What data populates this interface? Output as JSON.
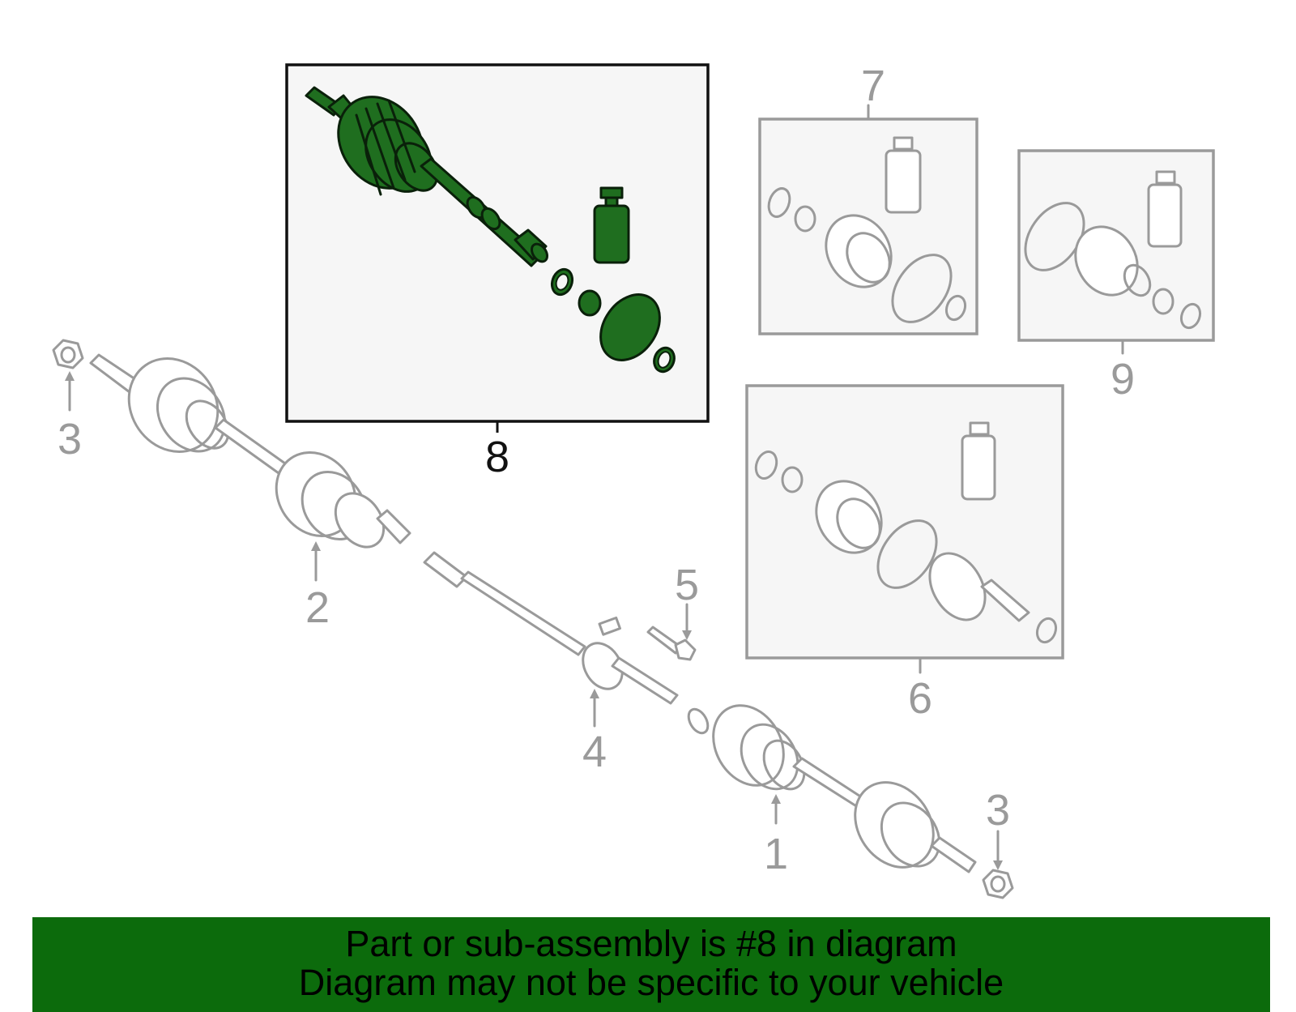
{
  "callouts": {
    "c1": "1",
    "c2": "2",
    "c3_left": "3",
    "c3_right": "3",
    "c4": "4",
    "c5": "5",
    "c6": "6",
    "c7": "7",
    "c8": "8",
    "c9": "9"
  },
  "highlighted_part": "8",
  "colors": {
    "highlight": "#1f6e1f",
    "banner": "#0c6b0c",
    "parts": "#9a9a9a"
  },
  "banner": {
    "line1": "Part or sub-assembly is #8 in diagram",
    "line2": "Diagram may not be specific to your vehicle"
  }
}
